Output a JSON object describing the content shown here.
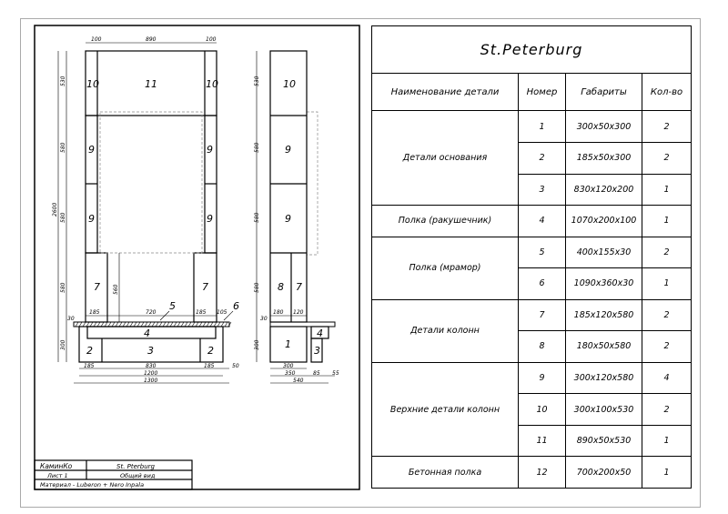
{
  "front_view": {
    "dims_top": [
      "100",
      "890",
      "100"
    ],
    "dims_left": [
      "530",
      "580",
      "580",
      "580",
      "30",
      "300"
    ],
    "dim_total_height": "2600",
    "dim_inner": "560",
    "dims_shelf": [
      "185",
      "720",
      "185",
      "105"
    ],
    "dims_bottom_row1": [
      "185",
      "830",
      "185",
      "50"
    ],
    "dim_bottom_row2": "1200",
    "dim_bottom_row3": "1300",
    "parts": [
      "10",
      "11",
      "10",
      "9",
      "9",
      "9",
      "9",
      "7",
      "7",
      "4",
      "2",
      "3",
      "2"
    ],
    "callouts": [
      "5",
      "6"
    ]
  },
  "side_view": {
    "dims_left": [
      "530",
      "580",
      "580",
      "580",
      "30",
      "300"
    ],
    "dims_shelf": [
      "180",
      "120"
    ],
    "dims_bottom_row1": [
      "300"
    ],
    "dims_bottom_row2": [
      "350",
      "85",
      "55"
    ],
    "dim_bottom_row3": "540",
    "parts": [
      "10",
      "9",
      "9",
      "8",
      "7",
      "4",
      "1",
      "3"
    ]
  },
  "title_block": {
    "company": "КаминКо",
    "project": "St. Pterburg",
    "sheet": "Лист 1",
    "view": "Общий вид",
    "material": "Материал - Luberon + Nero Inpala"
  },
  "spec_table": {
    "title": "St.Peterburg",
    "headers": [
      "Наименование детали",
      "Номер",
      "Габариты",
      "Кол-во"
    ],
    "groups": [
      {
        "name": "Детали основания",
        "rows": [
          [
            "1",
            "300x50x300",
            "2"
          ],
          [
            "2",
            "185x50x300",
            "2"
          ],
          [
            "3",
            "830x120x200",
            "1"
          ]
        ]
      },
      {
        "name": "Полка (ракушечник)",
        "rows": [
          [
            "4",
            "1070x200x100",
            "1"
          ]
        ]
      },
      {
        "name": "Полка (мрамор)",
        "rows": [
          [
            "5",
            "400x155x30",
            "2"
          ],
          [
            "6",
            "1090x360x30",
            "1"
          ]
        ]
      },
      {
        "name": "Детали колонн",
        "rows": [
          [
            "7",
            "185x120x580",
            "2"
          ],
          [
            "8",
            "180x50x580",
            "2"
          ]
        ]
      },
      {
        "name": "Верхние детали колонн",
        "rows": [
          [
            "9",
            "300x120x580",
            "4"
          ],
          [
            "10",
            "300x100x530",
            "2"
          ],
          [
            "11",
            "890x50x530",
            "1"
          ]
        ]
      },
      {
        "name": "Бетонная полка",
        "rows": [
          [
            "12",
            "700x200x50",
            "1"
          ]
        ]
      }
    ]
  }
}
